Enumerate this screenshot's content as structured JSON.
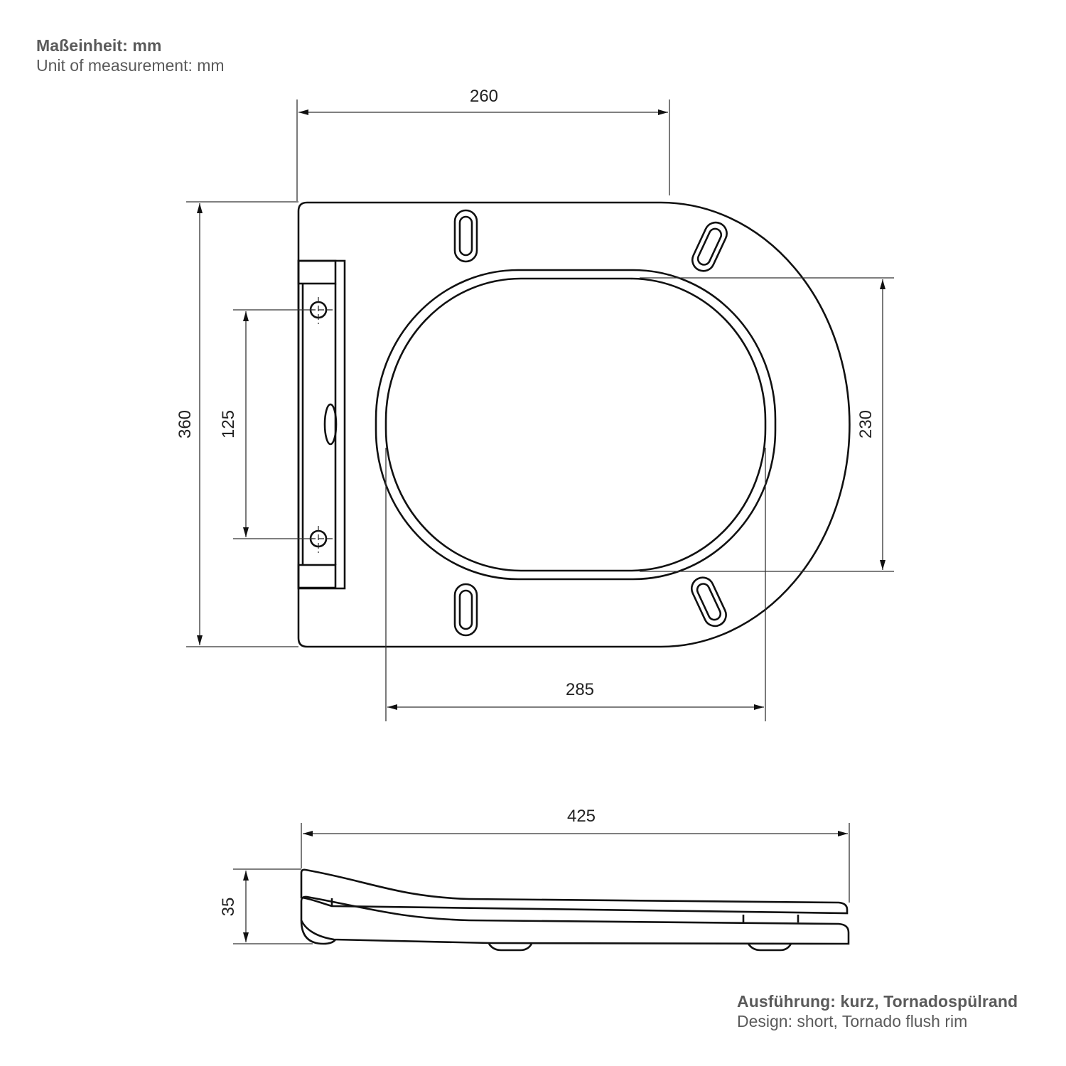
{
  "captions": {
    "unit_de": "Maßeinheit: mm",
    "unit_en": "Unit of measurement: mm",
    "design_de": "Ausführung: kurz, Tornadospülrand",
    "design_en": "Design: short, Tornado flush rim"
  },
  "top_view": {
    "dimensions": {
      "front_straight_length": "260",
      "total_width": "360",
      "hinge_hole_spacing": "125",
      "inner_opening_width": "230",
      "inner_opening_length": "285"
    }
  },
  "side_view": {
    "dimensions": {
      "total_length": "425",
      "height": "35"
    }
  },
  "colors": {
    "line": "#111111",
    "caption_text": "#5a5a5a",
    "background": "#ffffff"
  }
}
